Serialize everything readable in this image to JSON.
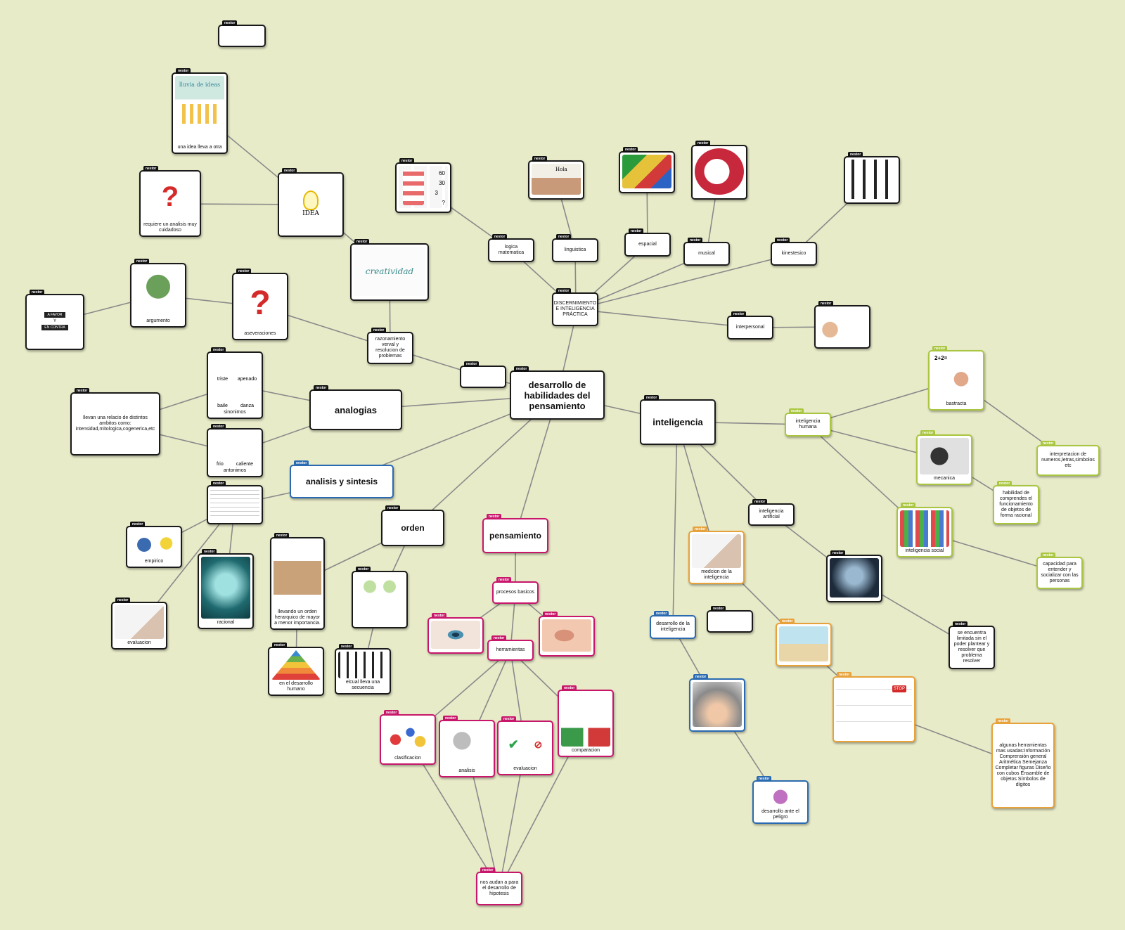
{
  "nodes": {
    "tag": "nestor",
    "central": "desarrollo de habilidades del pensamiento",
    "inteligencia": "inteligencia",
    "analogias": "analogias",
    "analisis_sintesis": "analisis y sintesis",
    "orden": "orden",
    "pensamiento": "pensamiento",
    "discernimiento": "DISCERNIMIENTO E INTELIGENCIA PRÁCTICA",
    "logica": "logica matematica",
    "linguistica": "linguistica",
    "espacial": "espacial",
    "musical": "musical",
    "kinestesico": "kinestesico",
    "interpersonal": "interpersonal",
    "razonamiento": "razonamiento verval y resolucion de problemas",
    "creatividad": "creatividad",
    "idea": "IDEA",
    "una_idea": "una idea lleva a otra",
    "lluvia": "lluvia de ideas",
    "requiere": "requiere un analisis muy cuidadoso",
    "argumento": "argumento",
    "aseveraciones": "aseveraciones",
    "a_favor": "A FAVOR",
    "y": "Y",
    "en_contra": "EN CONTRA",
    "llevan_relacion": "llevan una relacio de distintos ambitos como: intensidad,mitologica,cogenerica,etc",
    "sinonimos": "sinonimos",
    "antonimos": "antonimos",
    "triste": "triste",
    "apenado": "apenado",
    "baile": "baile",
    "danza": "danza",
    "frio": "frio",
    "caliente": "caliente",
    "empirico": "empirico",
    "racional": "racional",
    "evaluacion_a": "evaluacion",
    "llevando_orden": "llevando un orden herarquico de mayor a menor importancia.",
    "desarrollo_humano": "en el desarrollo humano",
    "elcual": "elcual lleva una secuencia",
    "procesos_basicos": "procesos basicos",
    "herramientas": "herramientas",
    "clasificacion": "clasificacion",
    "analisis": "analisis",
    "evaluacion_b": "evaluacion",
    "comparacion": "comparacion",
    "nos_ayudan": "nos audan a para el desarrollo de hipotesis",
    "inteligencia_humana": "inteligencia humana",
    "bastracta": "bastracta",
    "interpretacion": "interpretacion de numeros,letras,simbolos etc",
    "mecanica": "mecanica",
    "habilidad": "habilidad de comprendes el funcionamiento de objetos de forma racional",
    "inteligencia_social": "inteligencia social",
    "capacidad": "capacidad para entender y socializar con las personas",
    "inteligencia_artificial": "inteligencia artificial",
    "se_encuentra": "se encuentra limitada sin el poder plantear y resolver que problema resolver",
    "medicion": "medcion de la inteligencia",
    "desarrollo_inteligencia": "desarrollo de la inteligencia",
    "desarrollo_peligro": "desarrollo ante el peligro",
    "herramientas_usadas": "algunas herramientas mas usadas:Información Comprensión general Aritmética Semejanza Completar figuras Diseño con cubos Ensamble de objetos Símbolos de dígitos",
    "math_60": "60",
    "math_30": "30",
    "math_3": "3",
    "math_q": "?",
    "hola": "Hola",
    "stop": "STOP",
    "aa": "2+2="
  },
  "colors": {
    "background": "#e8ebc8",
    "black": "#1a1a1a",
    "pink": "#c8166b",
    "green": "#a9c640",
    "orange": "#e8a23c",
    "blue": "#2a6ab0",
    "edge": "#8a8a8a"
  }
}
